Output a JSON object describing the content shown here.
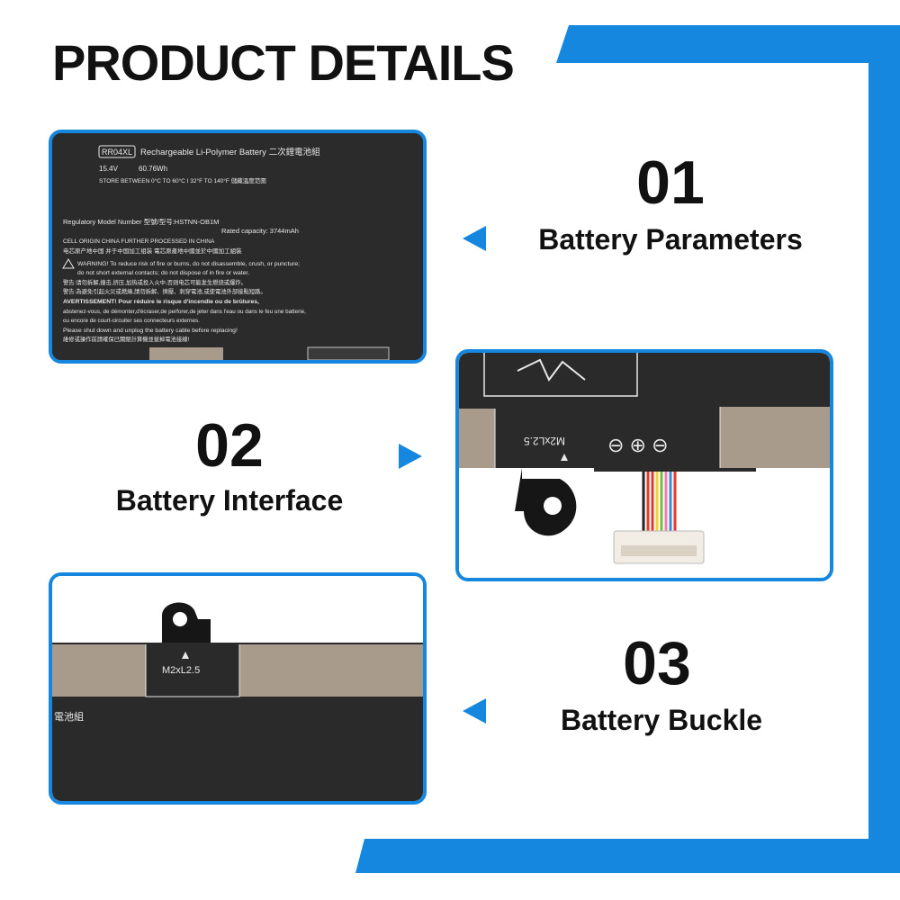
{
  "title": "PRODUCT DETAILS",
  "colors": {
    "accent": "#1687de",
    "text": "#111111",
    "battery": "#2a2a2a",
    "pad": "#a89b8c"
  },
  "label": {
    "model": "RR04XL",
    "type": "Rechargeable Li-Polymer Battery 二次鋰電池組",
    "voltage": "15.4V",
    "energy": "60.76Wh",
    "store": "STORE BETWEEN  0°C TO 60°C I 32°F TO 140°F  儲藏溫度范圍",
    "regulatory": "Regulatory Model Number 型號/型号:HSTNN-OB1M",
    "capacity": "Rated capacity: 3744mAh",
    "origin": "CELL ORIGIN CHINA FURTHER PROCESSED IN CHINA",
    "origin_cn": "电芯原产地中国 并于中国加工组装   電芯原產地中國並於中國加工組裝",
    "warning1": "WARNING! To reduce risk of fire or burns, do not disassemble, crush, or puncture;",
    "warning2": "do not short external contacts; do not dispose of in fire or water.",
    "warning_cn1": "警告:请勿拆解,撞击,挤压,加热或投入火中,否则电芯可能发生燃烧或爆炸。",
    "warning_cn2": "警告:為避免引起火災或燃燒,請勿拆解、擠壓、刺穿電池,或使電池外部接點短路。",
    "avert1": "AVERTISSEMENT!  Pour réduire le risque d'incendie ou de brûlures,",
    "avert2": "abstenez-vous, de démonter,d'écraser,de perforer,de jeter dans l'eau ou dans le feu une batterie,",
    "avert3": "ou encore de court-circuiter ses connecteurs externes.",
    "shutdown": "Please shut down and unplug the battery cable before replacing!",
    "shutdown_cn": "維修或操作前請確保已關閉計算機並拔掉電池接線!"
  },
  "interface": {
    "screw": "M2xL2.5",
    "symbols": "⊖ ⊕ ⊖"
  },
  "buckle": {
    "screw": "M2xL2.5",
    "chinese": "電池組"
  },
  "features": [
    {
      "number": "01",
      "caption": "Battery Parameters"
    },
    {
      "number": "02",
      "caption": "Battery Interface"
    },
    {
      "number": "03",
      "caption": "Battery Buckle"
    }
  ]
}
